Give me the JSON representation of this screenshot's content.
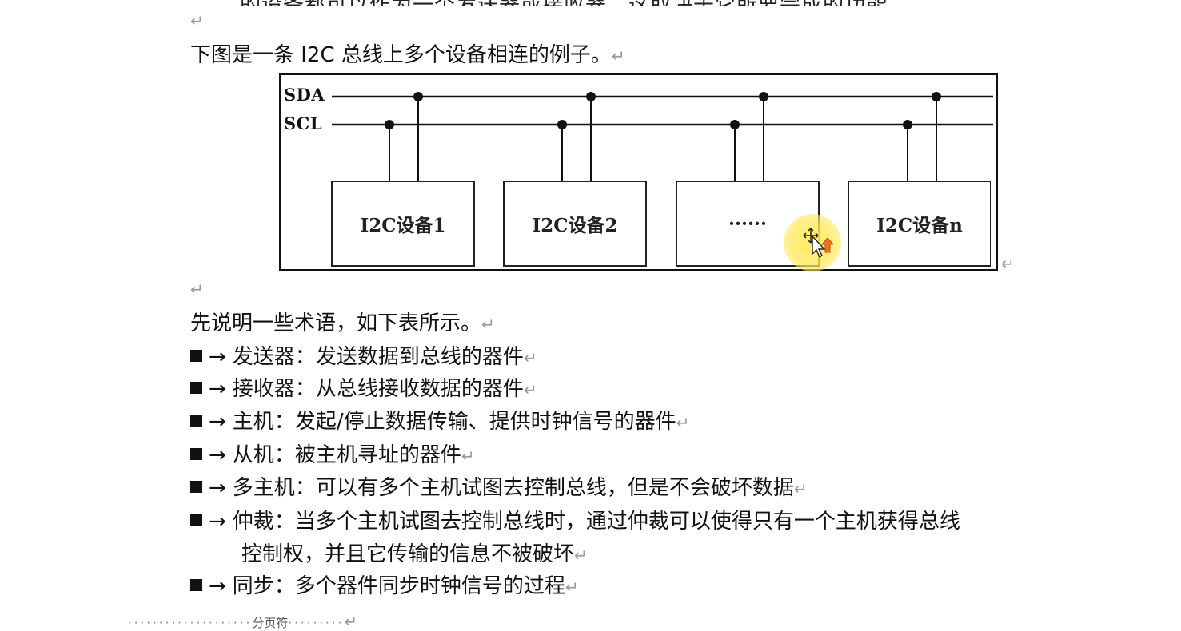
{
  "paragraph_mark": "↵",
  "top_partial_text": "的设备都可以作为一个发送器或接收器，这取决于它所要完成的功能。",
  "diagram": {
    "caption": "下图是一条 I2C 总线上多个设备相连的例子。",
    "sda_label": "SDA",
    "scl_label": "SCL",
    "devices": [
      "I2C设备1",
      "I2C设备2",
      "······",
      "I2C设备n"
    ]
  },
  "terms_intro": "先说明一些术语，如下表所示。",
  "bullet_arrow": "→",
  "terms": [
    {
      "name": "发送器",
      "desc": "发送数据到总线的器件"
    },
    {
      "name": "接收器",
      "desc": "从总线接收数据的器件"
    },
    {
      "name": "主机",
      "desc": "发起/停止数据传输、提供时钟信号的器件"
    },
    {
      "name": "从机",
      "desc": "被主机寻址的器件"
    },
    {
      "name": "多主机",
      "desc": "可以有多个主机试图去控制总线，但是不会破坏数据"
    },
    {
      "name": "仲裁",
      "desc": "当多个主机试图去控制总线时，通过仲裁可以使得只有一个主机获得总线",
      "desc_cont": "控制权，并且它传输的信息不被破坏"
    },
    {
      "name": "同步",
      "desc": "多个器件同步时钟信号的过程"
    }
  ],
  "colon": "：",
  "page_break_label": "分页符",
  "colors": {
    "cursor_halo": "#ffe84f",
    "cursor_arrow": "#f07020"
  }
}
